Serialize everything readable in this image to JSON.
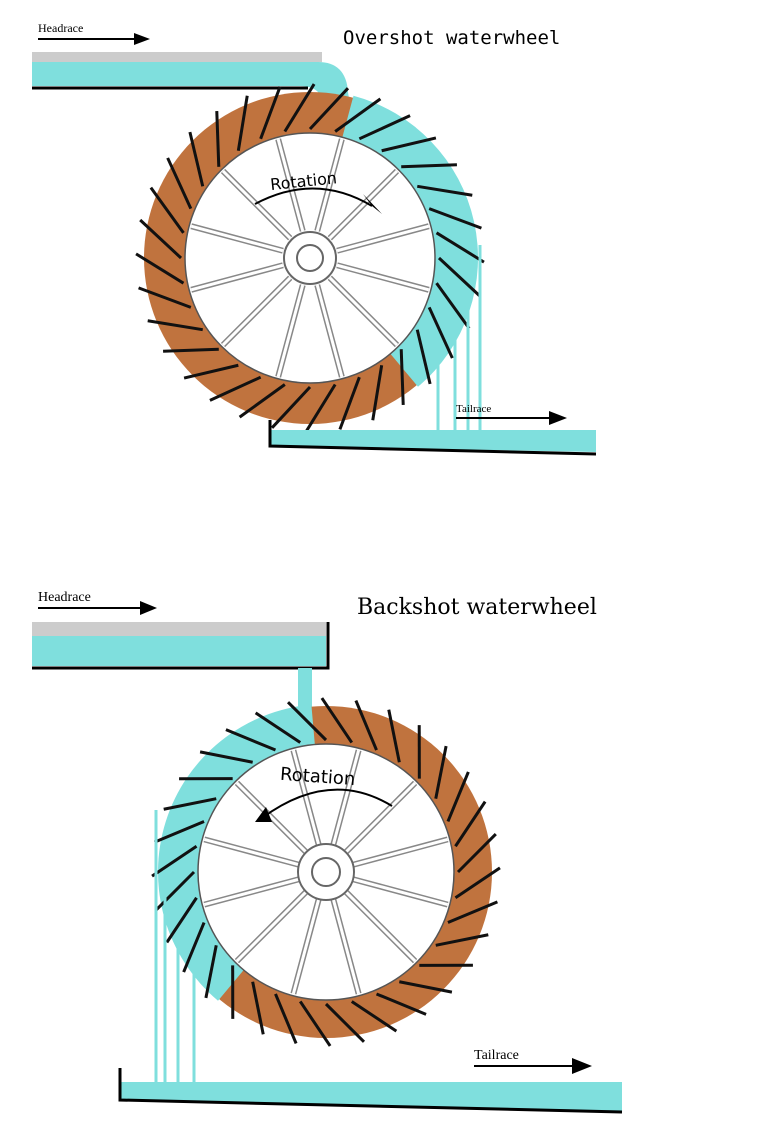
{
  "overshot": {
    "title": "Overshot waterwheel",
    "headrace_label": "Headrace",
    "tailrace_label": "Tailrace",
    "rotation_label": "Rotation"
  },
  "backshot": {
    "title": "Backshot waterwheel",
    "headrace_label": "Headrace",
    "tailrace_label": "Tailrace",
    "rotation_label": "Rotation"
  },
  "colors": {
    "water": "#7fdfdd",
    "wood": "#c0733e",
    "paddle": "#111111",
    "flume_top": "#cccccc",
    "spokes": "#7f7f7f"
  }
}
